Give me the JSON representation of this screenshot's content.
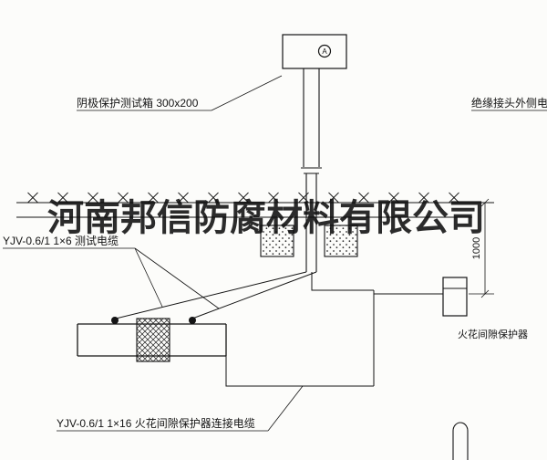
{
  "ink": "#141414",
  "background": "#fcfcfa",
  "watermark": "河南邦信防腐材料有限公司",
  "labels": {
    "test_box": "阴极保护测试箱 300x200",
    "insulation_joint_cable": "绝缘接头外侧电缆",
    "test_cable": "YJV-0.6/1 1×6 测试电缆",
    "spark_gap_cable": "YJV-0.6/1 1×16 火花间隙保护器连接电缆",
    "spark_gap_protector": "火花间隙保护器",
    "dimension_1000": "1000",
    "meter_letter": "A"
  }
}
